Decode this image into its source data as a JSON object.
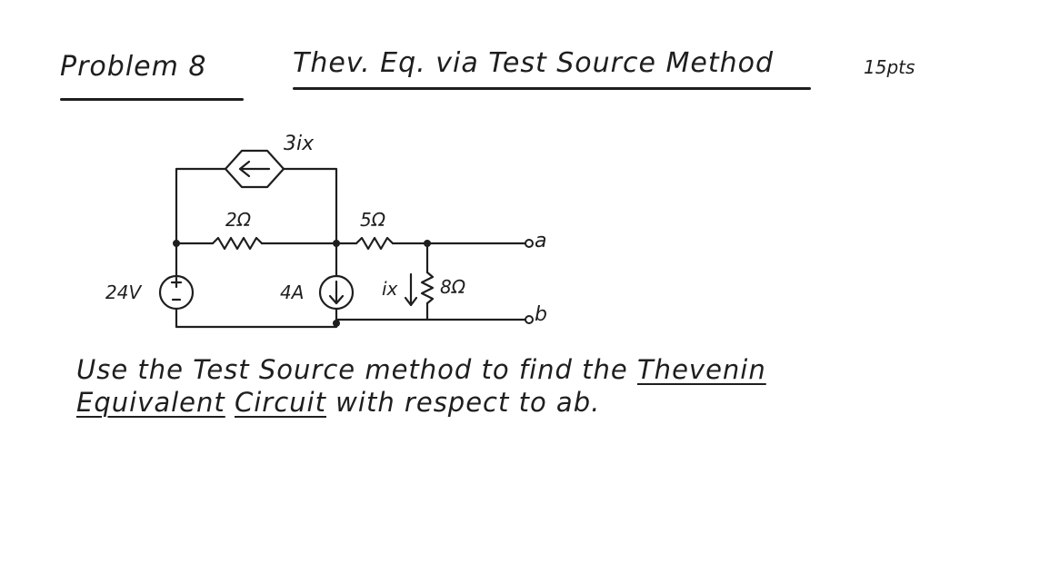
{
  "header": {
    "problem": "Problem 8",
    "title": "Thev. Eq. via Test Source Method",
    "points": "15pts"
  },
  "circuit": {
    "dependent_source_label": "3ix",
    "r1_label": "2Ω",
    "r2_label": "5Ω",
    "r3_label": "8Ω",
    "voltage_source_label": "24V",
    "current_source_label": "4A",
    "current_label": "ix",
    "terminal_a": "a",
    "terminal_b": "b"
  },
  "instructions": {
    "line1_part1": "Use the Test Source method to find the ",
    "line1_part2": "Thevenin",
    "line2_part1": "Equivalent",
    "line2_part2": " ",
    "line2_part3": "Circuit",
    "line2_part4": " with respect to ab."
  }
}
